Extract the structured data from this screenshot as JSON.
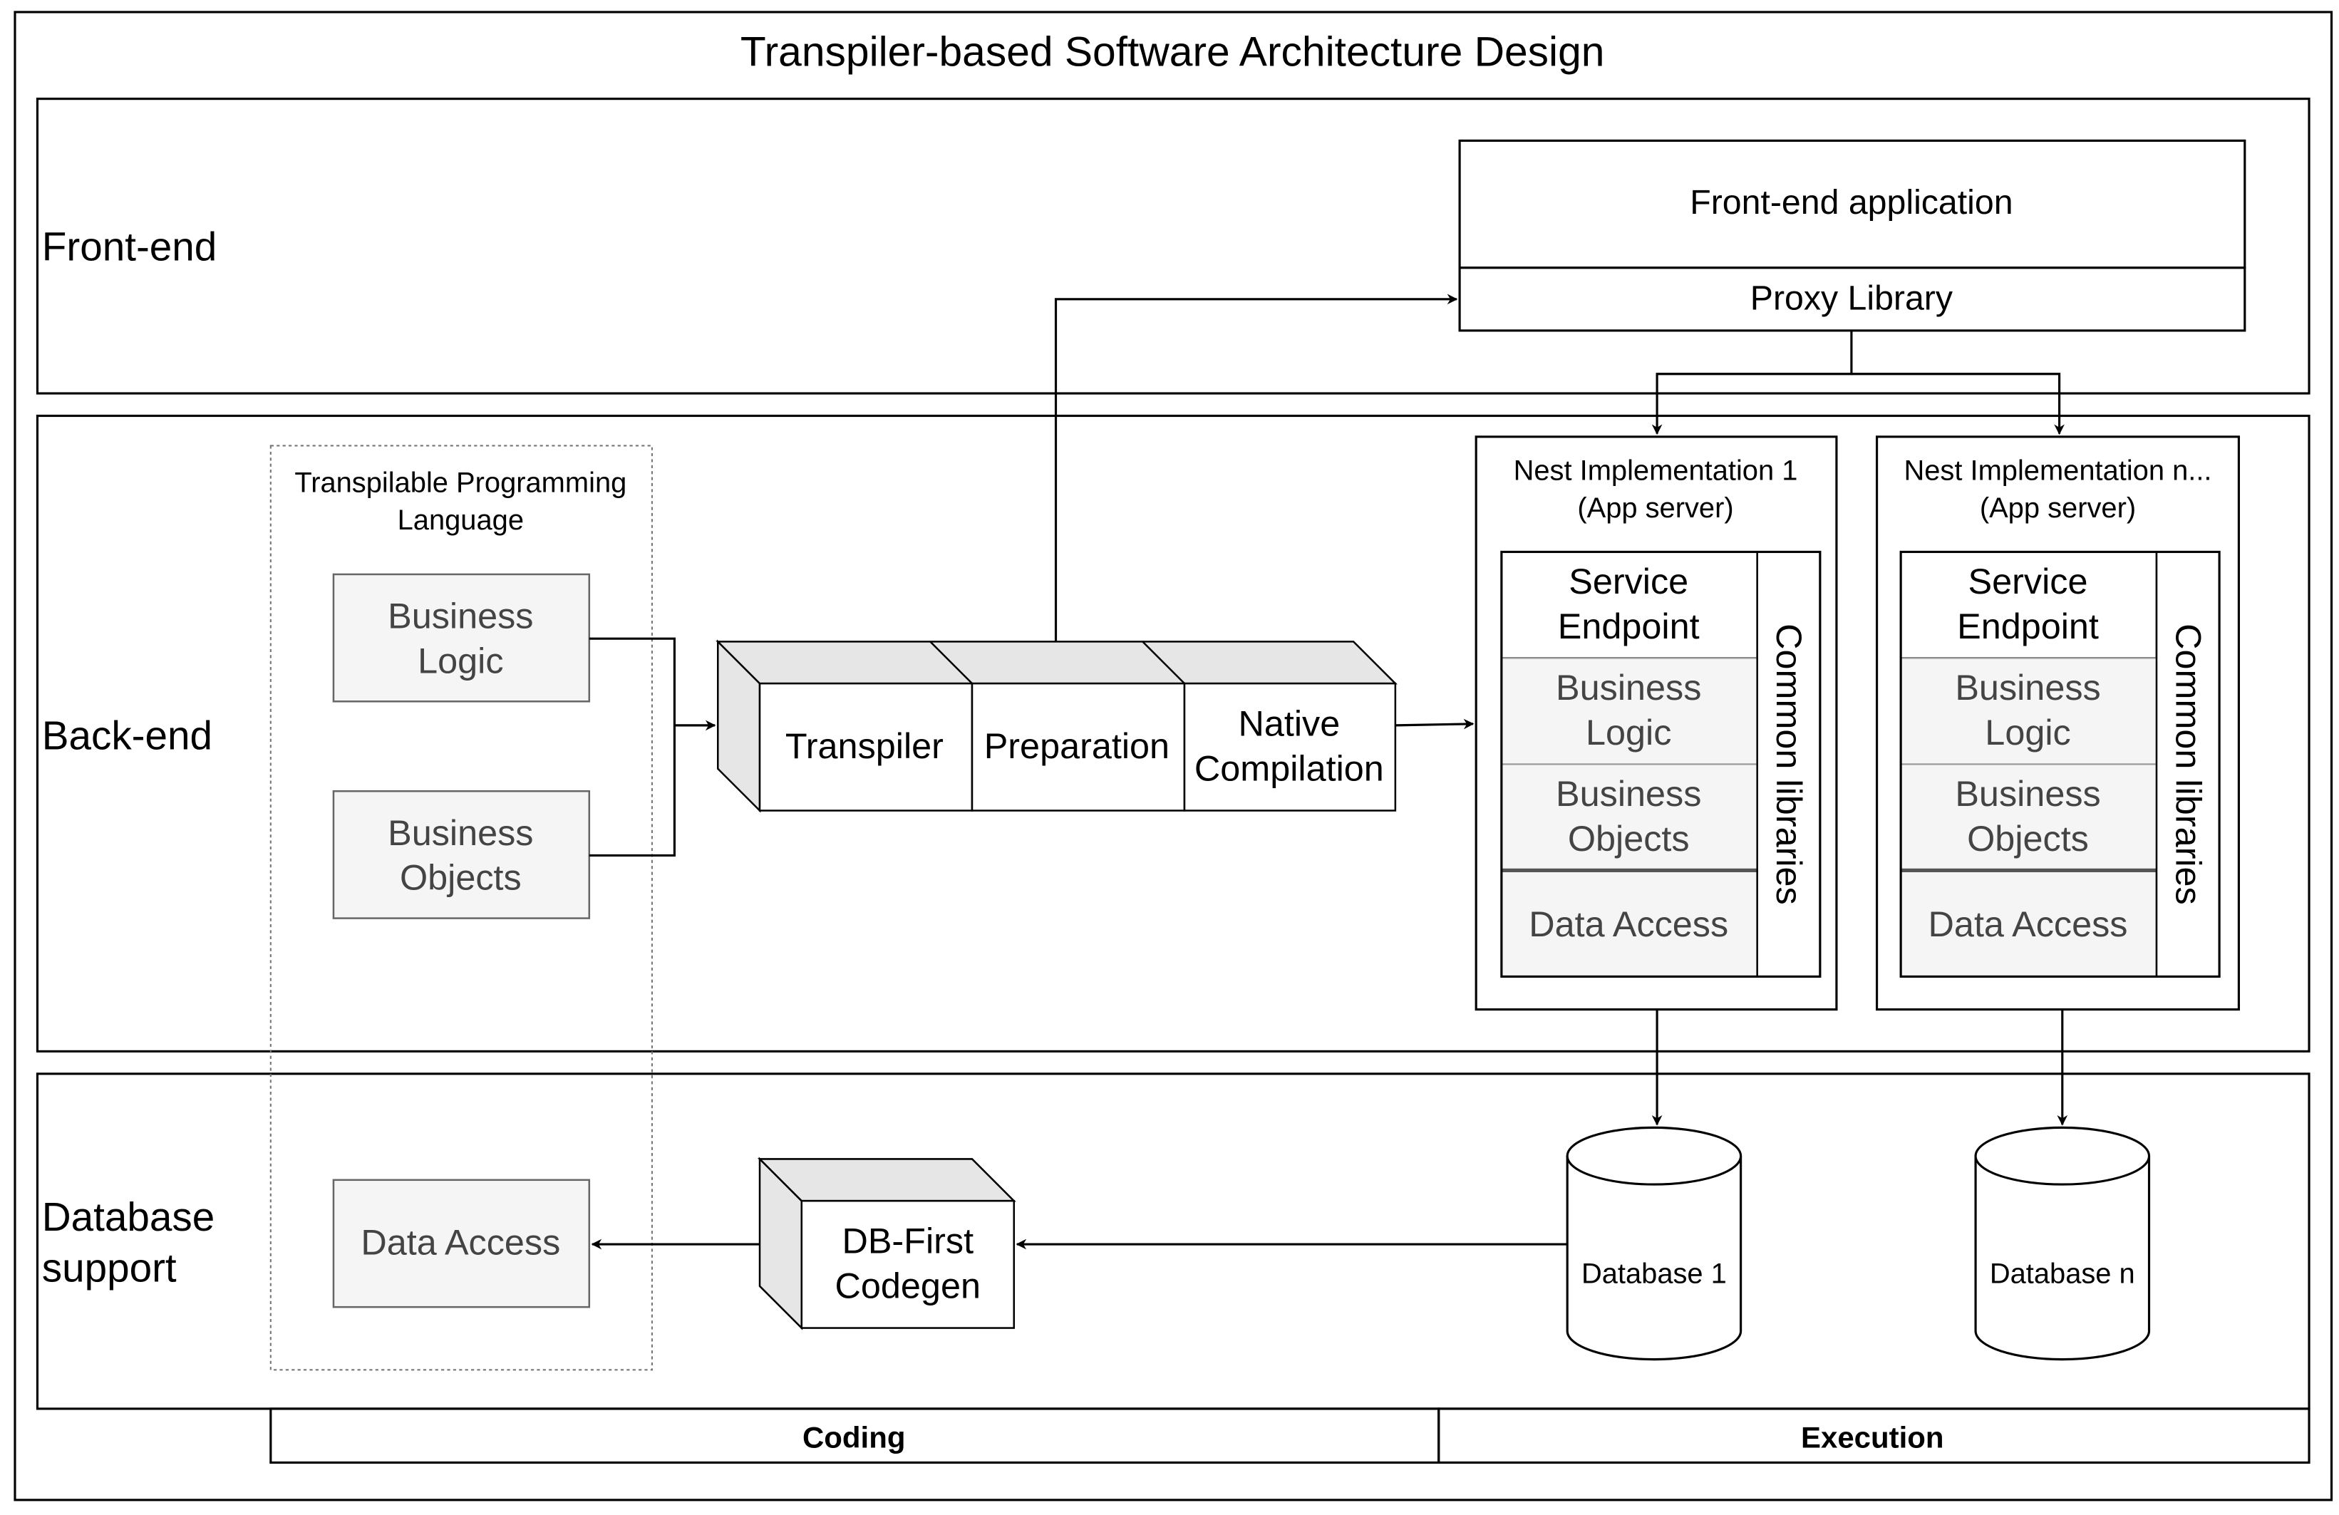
{
  "title": "Transpiler-based Software Architecture Design",
  "lanes": {
    "frontend": "Front-end",
    "backend": "Back-end",
    "database": [
      "Database",
      "support"
    ]
  },
  "frontend_app": {
    "title": "Front-end application",
    "proxy": "Proxy Library"
  },
  "transpilable": {
    "title": [
      "Transpilable Programming",
      "Language"
    ],
    "business_logic": [
      "Business",
      "Logic"
    ],
    "business_objects": [
      "Business",
      "Objects"
    ],
    "data_access": "Data Access"
  },
  "pipeline": {
    "transpiler": "Transpiler",
    "preparation": "Preparation",
    "native": [
      "Native",
      "Compilation"
    ]
  },
  "nests": [
    {
      "title": [
        "Nest Implementation 1",
        "(App server)"
      ],
      "service": [
        "Service",
        "Endpoint"
      ],
      "logic": [
        "Business",
        "Logic"
      ],
      "objects": [
        "Business",
        "Objects"
      ],
      "data": "Data Access",
      "common": "Common libraries"
    },
    {
      "title": [
        "Nest Implementation n...",
        "(App server)"
      ],
      "service": [
        "Service",
        "Endpoint"
      ],
      "logic": [
        "Business",
        "Logic"
      ],
      "objects": [
        "Business",
        "Objects"
      ],
      "data": "Data Access",
      "common": "Common libraries"
    }
  ],
  "codegen": [
    "DB-First",
    "Codegen"
  ],
  "databases": [
    "Database 1",
    "Database n"
  ],
  "footer": {
    "coding": "Coding",
    "execution": "Execution"
  }
}
